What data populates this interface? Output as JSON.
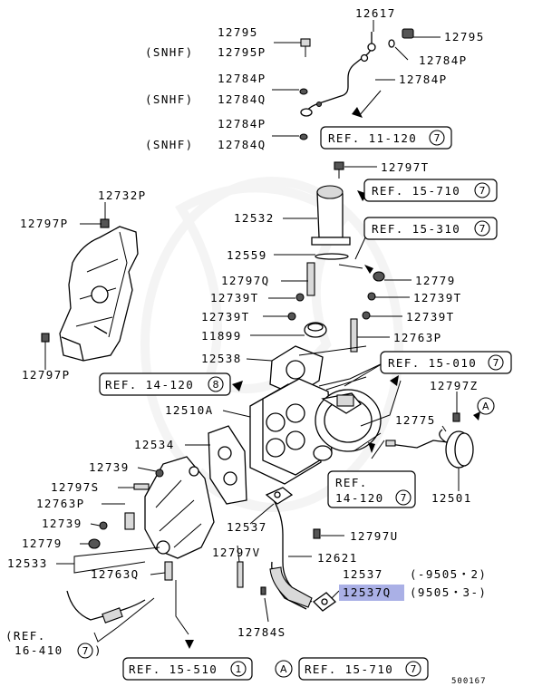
{
  "parts": {
    "p12617": "12617",
    "p12795_a": "12795",
    "p12795_b": "12795",
    "snhf_1": "(SNHF)",
    "p12795P": "12795P",
    "p12784P_a": "12784P",
    "p12784P_b": "12784P",
    "p12784P_c": "12784P",
    "p12784P_d": "12784P",
    "snhf_2": "(SNHF)",
    "p12784Q_a": "12784Q",
    "snhf_3": "(SNHF)",
    "p12784Q_b": "12784Q",
    "p12797T": "12797T",
    "p12732P": "12732P",
    "p12797P_a": "12797P",
    "p12797P_b": "12797P",
    "p12532": "12532",
    "p12559": "12559",
    "p12797Q": "12797Q",
    "p12779_a": "12779",
    "p12739T_a": "12739T",
    "p12739T_b": "12739T",
    "p12739T_c": "12739T",
    "p12739T_d": "12739T",
    "p11899": "11899",
    "p12763P_a": "12763P",
    "p12538": "12538",
    "p12510A": "12510A",
    "p12797Z": "12797Z",
    "p12775": "12775",
    "p12534": "12534",
    "p12739": "12739",
    "p12797S": "12797S",
    "p12763P_b": "12763P",
    "p12739_b": "12739",
    "p12779_b": "12779",
    "p12533": "12533",
    "p12763Q": "12763Q",
    "p12537_a": "12537",
    "p12797U": "12797U",
    "p12797V": "12797V",
    "p12621": "12621",
    "p12537_b": "12537",
    "p12537Q": "12537Q",
    "date_1": "(-9505・2)",
    "date_2": "(9505・3-)",
    "p12501": "12501",
    "p12784S": "12784S"
  },
  "refs": {
    "r1_text": "REF. 11-120",
    "r1_num": "7",
    "r2_text": "REF. 15-710",
    "r2_num": "7",
    "r3_text": "REF. 15-310",
    "r3_num": "7",
    "r4_text": "REF. 15-010",
    "r4_num": "7",
    "r5_text": "REF. 14-120",
    "r5_num": "8",
    "r6_line1": "REF.",
    "r6_line2": "14-120",
    "r6_num": "7",
    "r7_line1": "(REF.",
    "r7_line2": "16-410",
    "r7_num": "7",
    "r8_text": "REF. 15-510",
    "r8_num": "1",
    "r9_text": "REF. 15-710",
    "r9_num": "7"
  },
  "markers": {
    "a_top": "A",
    "a_bottom": "A"
  },
  "footer": {
    "figure_id": "500167"
  },
  "colors": {
    "highlight": "#aab0e6"
  }
}
